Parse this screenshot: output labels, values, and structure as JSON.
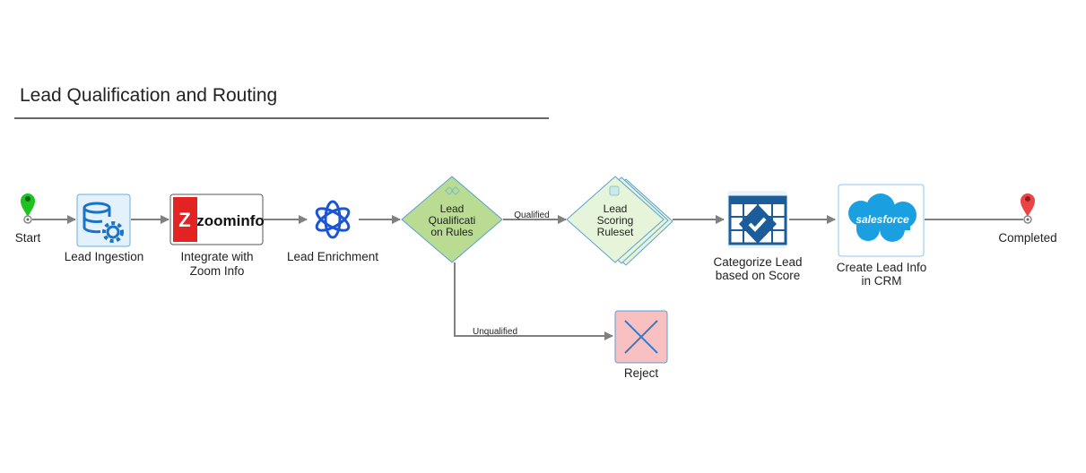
{
  "title": "Lead Qualification and Routing",
  "nodes": {
    "start": "Start",
    "ingestion": "Lead Ingestion",
    "zoominfo_line1": "Integrate with",
    "zoominfo_line2": "Zoom Info",
    "zoominfo_logo": "zoominfo",
    "enrichment": "Lead Enrichment",
    "rules_line1": "Lead",
    "rules_line2": "Qualificati",
    "rules_line3": "on Rules",
    "scoring_line1": "Lead",
    "scoring_line2": "Scoring",
    "scoring_line3": "Ruleset",
    "categorize_line1": "Categorize Lead",
    "categorize_line2": "based on Score",
    "crm_line1": "Create Lead Info",
    "crm_line2": "in CRM",
    "salesforce_logo": "salesforce",
    "reject": "Reject",
    "completed": "Completed"
  },
  "edges": {
    "qualified": "Qualified",
    "unqualified": "Unqualified"
  },
  "colors": {
    "start_pin": "#1fc21f",
    "end_pin": "#e94545",
    "rule_fill": "#b9dc92",
    "ruleset_fill": "#e6f4d9",
    "reject_fill": "#f8c0c0",
    "accent": "#1b5c9a"
  }
}
